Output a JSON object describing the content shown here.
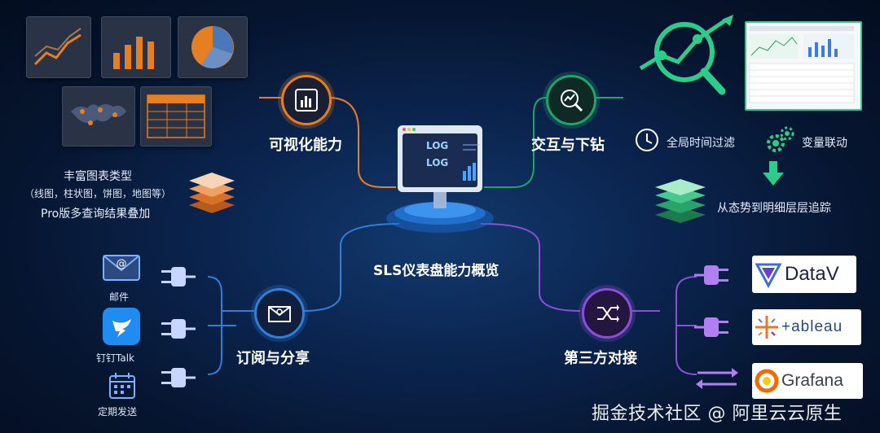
{
  "center": {
    "title": "SLS仪表盘能力概览"
  },
  "visualization": {
    "title": "可视化能力",
    "desc1": "丰富图表类型",
    "desc2": "（线图，柱状图，饼图，地图等）",
    "desc3": "Pro版多查询结果叠加"
  },
  "interaction": {
    "title": "交互与下钻",
    "feature1": "全局时间过滤",
    "feature2": "变量联动",
    "feature3": "从态势到明细层层追踪"
  },
  "subscription": {
    "title": "订阅与分享",
    "items": [
      "邮件",
      "钉钉Talk",
      "定期发送"
    ]
  },
  "third_party": {
    "title": "第三方对接",
    "brands": [
      "DataV",
      "+ableau",
      "Grafana"
    ]
  },
  "monitor": {
    "log1": "LOG",
    "log2": "LOG"
  },
  "watermark": "掘金技术社区 @ 阿里云云原生",
  "colors": {
    "orange": "#e67e22",
    "green": "#1fa46a",
    "blue": "#2f7fd8",
    "purple": "#8b4fd6"
  }
}
